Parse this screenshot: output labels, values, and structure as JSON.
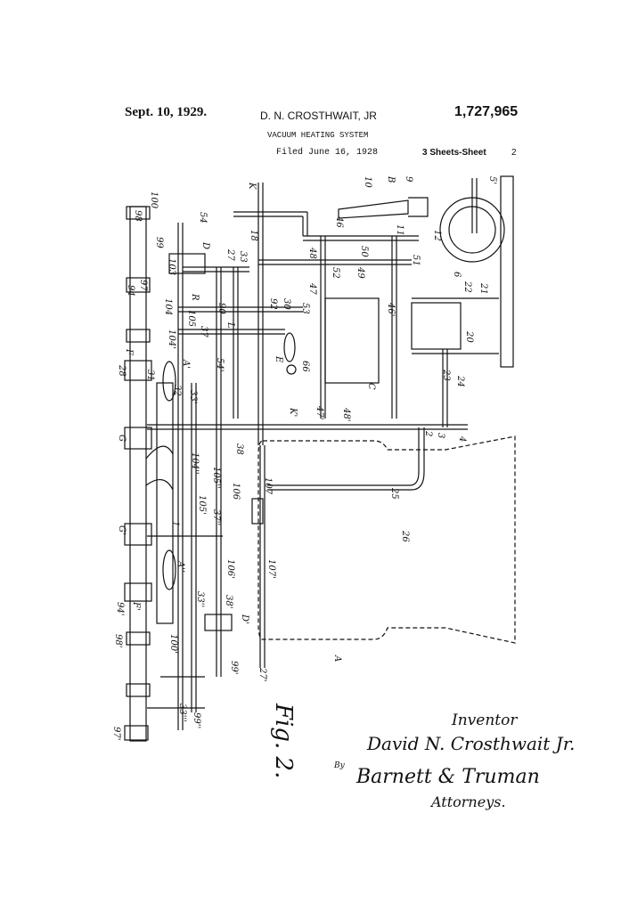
{
  "header": {
    "date": "Sept. 10, 1929.",
    "inventor": "D. N. CROSTHWAIT, JR",
    "patent_number": "1,727,965",
    "title": "VACUUM HEATING SYSTEM",
    "filed": "Filed June 16, 1928",
    "sheets": "3 Sheets-Sheet",
    "sheet_number": "2"
  },
  "figure": {
    "label": "Fig. 2.",
    "reference_labels": [
      "98",
      "100",
      "54",
      "K",
      "10",
      "B",
      "9",
      "5'",
      "46",
      "11",
      "12",
      "99",
      "103",
      "D",
      "27",
      "33",
      "18",
      "48",
      "50",
      "51",
      "52",
      "49",
      "6",
      "22",
      "21",
      "97",
      "104",
      "105",
      "R",
      "90",
      "L",
      "92",
      "30",
      "53",
      "47",
      "46'",
      "20",
      "94",
      "37",
      "104'",
      "54'",
      "E",
      "66",
      "C",
      "23",
      "24",
      "28",
      "F",
      "31",
      "32",
      "33'",
      "A'",
      "K'",
      "47'",
      "48'",
      "2",
      "3",
      "4",
      "G",
      "38",
      "104''",
      "105'",
      "106",
      "107",
      "105''",
      "25",
      "26",
      "G'",
      "1",
      "37''",
      "106'",
      "107'",
      "A''",
      "33''",
      "38'",
      "F'",
      "94'",
      "100'",
      "98'",
      "D'",
      "99'",
      "27'",
      "A",
      "33'''",
      "99''",
      "97'"
    ]
  },
  "signature": {
    "inventor_caption": "Inventor",
    "inventor_name": "David N. Crosthwait Jr.",
    "by": "By",
    "attorneys_name": "Barnett & Truman",
    "attorneys_caption": "Attorneys."
  }
}
